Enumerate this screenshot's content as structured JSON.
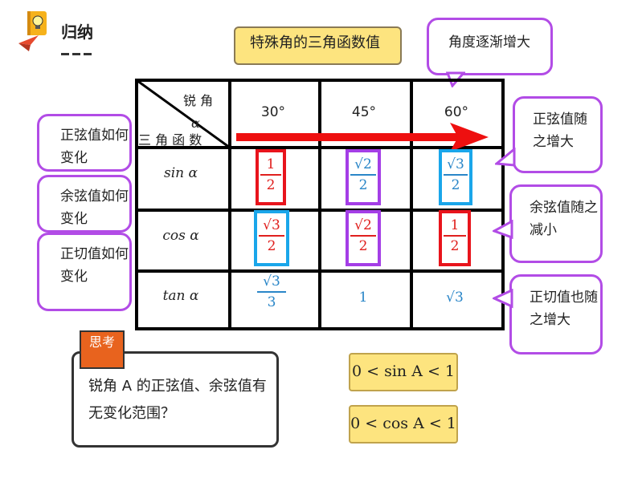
{
  "header": {
    "title": "归纳"
  },
  "title_box": {
    "text": "特殊角的三角函数值"
  },
  "angle_callout": {
    "text": "角度逐渐增大"
  },
  "table": {
    "corner_top": "锐 角",
    "corner_alpha": "α",
    "corner_bottom": "三 角 函 数",
    "headers": [
      "30°",
      "45°",
      "60°"
    ],
    "rows": [
      {
        "label": "sin α",
        "cells": [
          {
            "num": "1",
            "den": "2"
          },
          {
            "num": "√2",
            "den": "2"
          },
          {
            "num": "√3",
            "den": "2"
          }
        ]
      },
      {
        "label": "cos α",
        "cells": [
          {
            "num": "√3",
            "den": "2"
          },
          {
            "num": "√2",
            "den": "2"
          },
          {
            "num": "1",
            "den": "2"
          }
        ]
      },
      {
        "label": "tan α",
        "cells": [
          {
            "num": "√3",
            "den": "3"
          },
          {
            "value": "1"
          },
          {
            "value": "√3"
          }
        ]
      }
    ]
  },
  "left_callouts": [
    "正弦值如何变化",
    "余弦值如何变化",
    "正切值如何变化"
  ],
  "right_callouts": [
    "正弦值随之增大",
    "余弦值随之减小",
    "正切值也随之增大"
  ],
  "think": {
    "tag": "思考",
    "text": "锐角 A 的正弦值、余弦值有无变化范围？"
  },
  "ranges": [
    "0 < sin A < 1",
    "0 < cos A < 1"
  ],
  "colors": {
    "red": "#e8141c",
    "blue": "#1aa6ea",
    "purple": "#a43ee6",
    "yellow": "#fde47f",
    "orange": "#e8631e"
  }
}
